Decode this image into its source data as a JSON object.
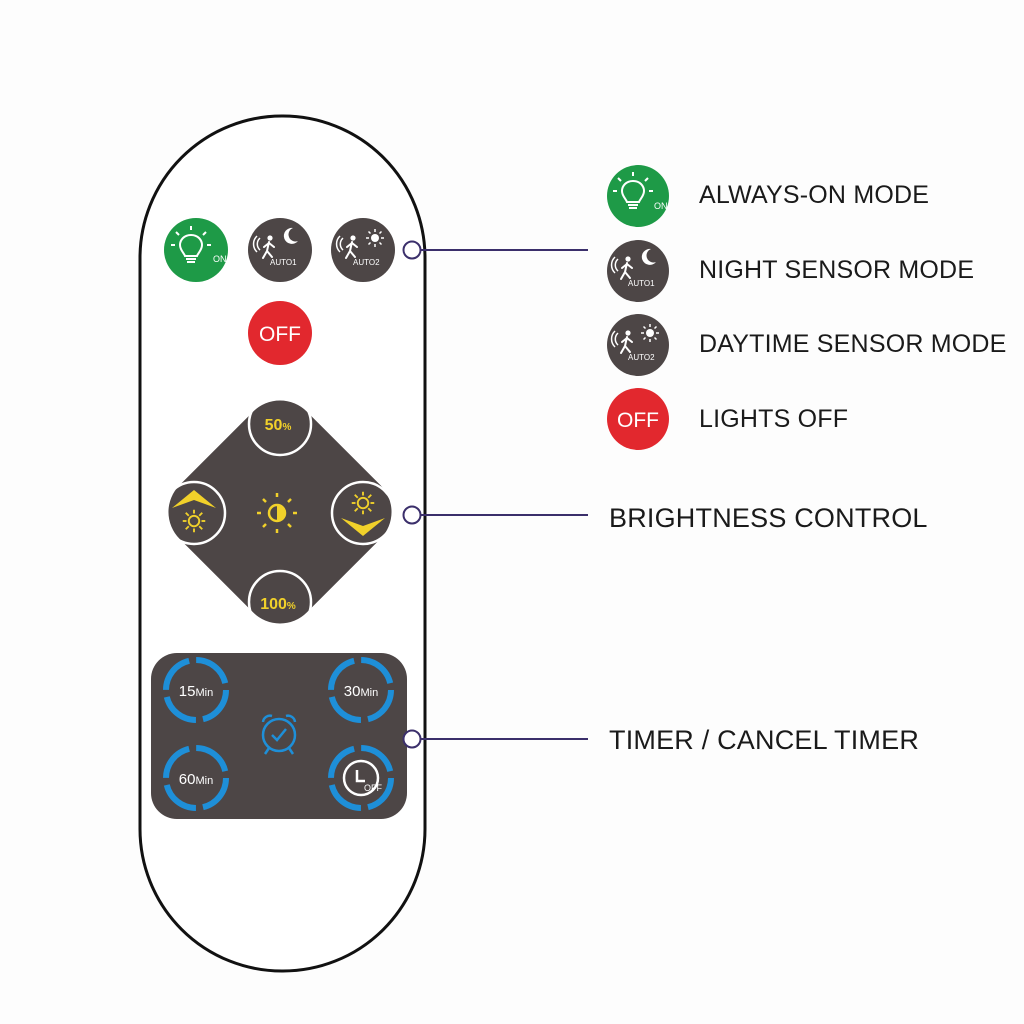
{
  "remote": {
    "buttons": {
      "on_label": "ON",
      "auto1_label": "AUTO1",
      "auto2_label": "AUTO2",
      "off_label": "OFF",
      "bright_50": "50",
      "bright_100": "100",
      "percent": "%",
      "timer_15": "15",
      "timer_30": "30",
      "timer_60": "60",
      "timer_unit": "Min",
      "timer_off_label": "OFF"
    }
  },
  "legend": {
    "items": [
      {
        "label": "ALWAYS-ON MODE",
        "icon": "bulb-on-icon"
      },
      {
        "label": "NIGHT SENSOR MODE",
        "icon": "night-sensor-icon"
      },
      {
        "label": "DAYTIME SENSOR MODE",
        "icon": "day-sensor-icon"
      },
      {
        "label": "LIGHTS OFF",
        "icon": "off-icon"
      }
    ],
    "brightness_label": "BRIGHTNESS CONTROL",
    "timer_label": "TIMER / CANCEL TIMER",
    "icon_off_label": "OFF",
    "icon_on_label": "ON",
    "icon_auto1_label": "AUTO1",
    "icon_auto2_label": "AUTO2"
  },
  "colors": {
    "panel": "#4d4646",
    "green": "#1e9a47",
    "red": "#e2282e",
    "yellow": "#f1d12a",
    "blue": "#1e8fd8",
    "callout_line": "#3b2f6b"
  }
}
